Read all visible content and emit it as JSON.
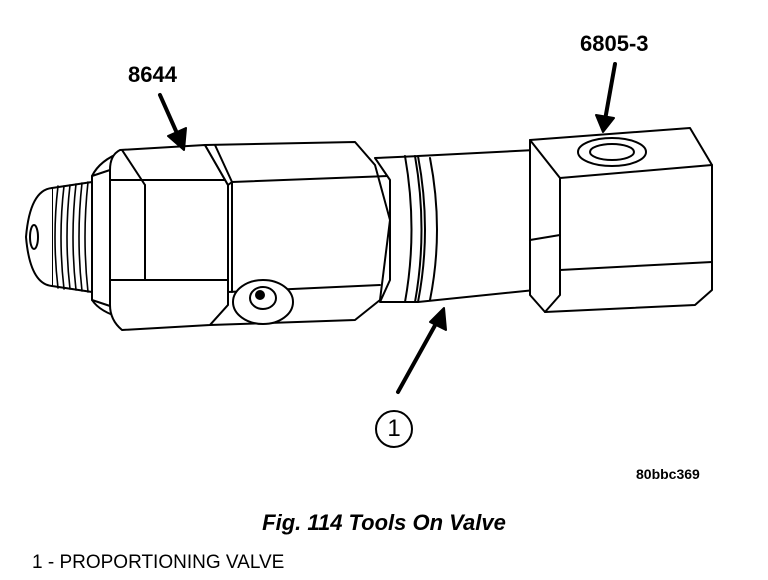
{
  "labels": {
    "tool_a": "8644",
    "tool_b": "6805-3",
    "callout": "1",
    "figure_code": "80bbc369"
  },
  "caption": "Fig. 114 Tools On Valve",
  "legend": [
    {
      "number": "1",
      "text": "1 - PROPORTIONING VALVE"
    }
  ]
}
